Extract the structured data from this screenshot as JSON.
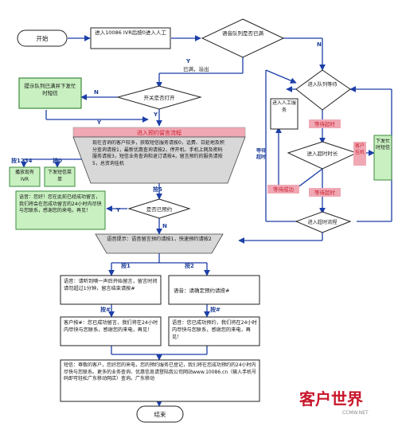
{
  "nodes": {
    "start": "开始",
    "enter_ivr": "进入10086 IVR后按0进入人工",
    "queue_full_check": "语音队列是否已满",
    "full_label": "已满，溢出",
    "y": "Y",
    "n": "N",
    "prompt_full_sms": "提示队列已满并下发忙时短信",
    "switch_open": "开关是否打开",
    "enter_booking": "进入预约留言流程",
    "ivr_prompt": "现在咨询的客户较多，获取短信服务请按0，话费、日延地及积分查询请按1，最新优惠查询请按2，停开机、手机上网及密码服务请按3，短信业务查询和退订请按4，留言预约的服务请按5，总资询挂机",
    "key_1234": "按1234",
    "key_0": "按0",
    "play_ivr": "播放现有IVR",
    "send_menu_sms": "下发短信菜单",
    "press_5": "按5",
    "booked_check": "是否已预约",
    "already_booked": "语音：您好！您在此前已经成功留言，我们将会在您成功留言的24小时内尽快与您联系，感谢您的来电，再见！",
    "choose_booking": "语音提示：语音留言预约请按1，快速预约请按2",
    "k1": "按1",
    "k2": "按2",
    "voice_msg": "语音：请听到嘀一声后开始留言，留言时间请勿超过1分钟，留言结束请按#",
    "quick_book": "语音：请确定预约请按#",
    "hash1": "按#",
    "hash2": "按#",
    "success1": "客户按#：您已成功留言，我们将在24小时内尽快与您联系，感谢您的来电，再见！",
    "success2": "语音：您已成功预约，我们将在24小时内尽快与您联系，感谢您的来电，再见！",
    "final_sms": "短信：尊敬的客户，您好您的来电，您的预约服务已登记，我们将在您成功预约的24小时内尽快与您联系。更多的业务查询、优惠信息请登陆我公司网站www.10086.cn（输入手机号码即可轻松广东移动网店）查询。广东移动",
    "end": "结束",
    "enter_queue_wait": "进入队列等待",
    "human_service": "进入人工服务",
    "wait_timeout": "等待超时",
    "timeout_check": "进入超时时长",
    "send_busy_sms_1": "客户挂机",
    "send_busy_sms_2": "下发忙时短信",
    "wait_success": "等待成功",
    "wait_timeout_2": "等待超时",
    "timeout_long": "进入超时流程",
    "wait_timeout_side": "等待超时"
  },
  "watermark": {
    "main": "客户世界",
    "sub": "CCMW.NET"
  },
  "colors": {
    "line": "#1c3fa8",
    "green": "#c8f0c0",
    "green_stroke": "#3c8a3c",
    "pink": "#f0a8b4",
    "pink_text": "#cc1f2f",
    "gray": "#d4d4d4",
    "red_wm": "#c8162a"
  }
}
